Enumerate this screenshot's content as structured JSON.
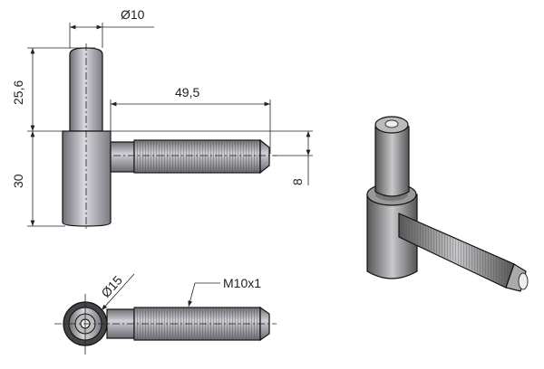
{
  "dimensions": {
    "pin_diameter": "Ø10",
    "pin_height": "25,6",
    "body_height": "30",
    "bolt_length": "49,5",
    "bolt_offset": "8",
    "body_diameter": "Ø15",
    "thread": "M10x1"
  }
}
